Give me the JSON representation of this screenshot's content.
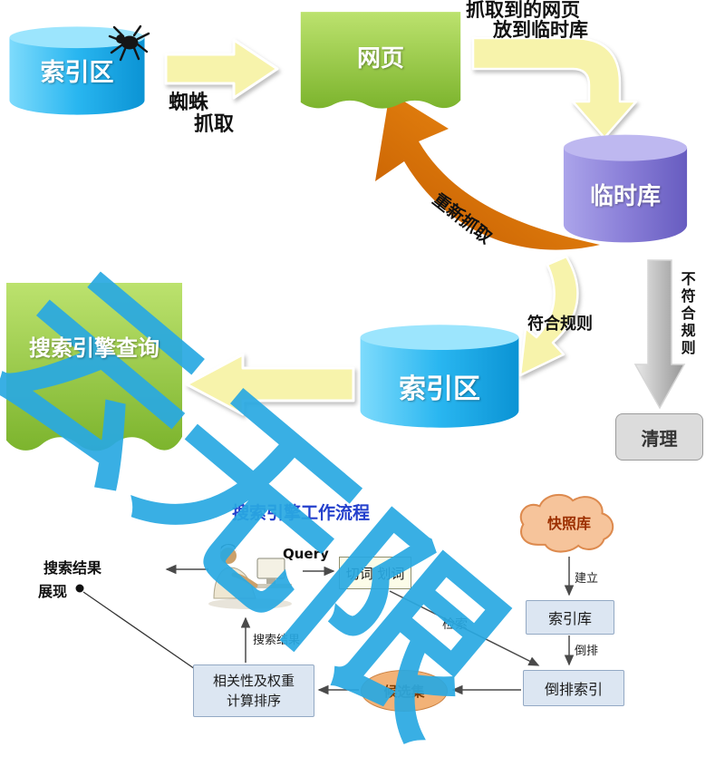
{
  "watermark": {
    "text": "云无限",
    "color": "#29a9e2"
  },
  "top_flow": {
    "nodes": {
      "index_area_source": "索引区",
      "webpage": "网页",
      "temp_store": "临时库",
      "index_area_main": "索引区",
      "search_query_doc": "搜索引擎查询",
      "cleanup": "清理"
    },
    "labels": {
      "spider_crawl_line1": "蜘蛛",
      "spider_crawl_line2": "抓取",
      "to_temp_line1": "抓取到的网页",
      "to_temp_line2": "放到临时库",
      "recrawl": "重新抓取",
      "match_rule": "符合规则",
      "not_match_rule": "不符合规则"
    }
  },
  "bottom_flow": {
    "title": "搜索引擎工作流程",
    "nodes": {
      "query": "Query",
      "word_segment": "切词 划词",
      "snapshot_store": "快照库",
      "index_store": "索引库",
      "inverted_index": "倒排索引",
      "candidate_set": "候选集",
      "ranking_line1": "相关性及权重",
      "ranking_line2": "计算排序",
      "result_line1": "搜索结果",
      "result_line2": "展现"
    },
    "labels": {
      "retrieve": "检索",
      "build": "建立",
      "invert": "倒排",
      "return_results": "搜索结果"
    }
  },
  "colors": {
    "cylinder_blue": "#14a5e3",
    "cylinder_purple": "#837bd2",
    "doc_green": "#8cc63e",
    "arrow_yellow": "#f7f3ab",
    "arrow_orange": "#dd7300",
    "arrow_gray": "#b3b3b3",
    "box_blue": "#dce6f2",
    "shape_orange": "#f2b277",
    "watermark_blue": "#29a9e2"
  }
}
